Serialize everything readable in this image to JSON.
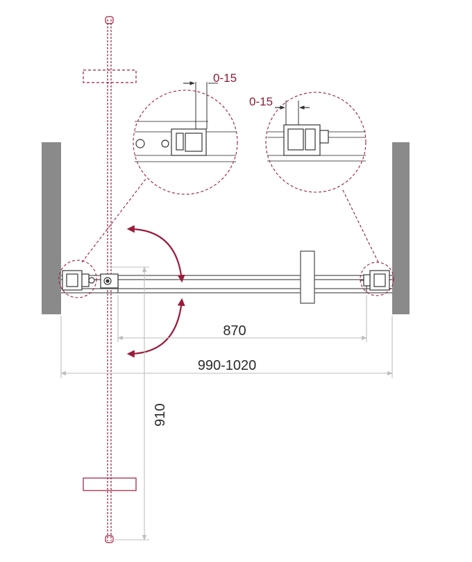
{
  "labels": {
    "opening_width": "870",
    "installation_range": "990-1020",
    "door_swing_length": "910",
    "left_adjustment": "0-15",
    "right_adjustment": "0-15"
  },
  "colors": {
    "accent": "#9b1b3a",
    "wall": "#8a8a8a",
    "line": "#555555",
    "dimension": "#bdbdbd"
  }
}
